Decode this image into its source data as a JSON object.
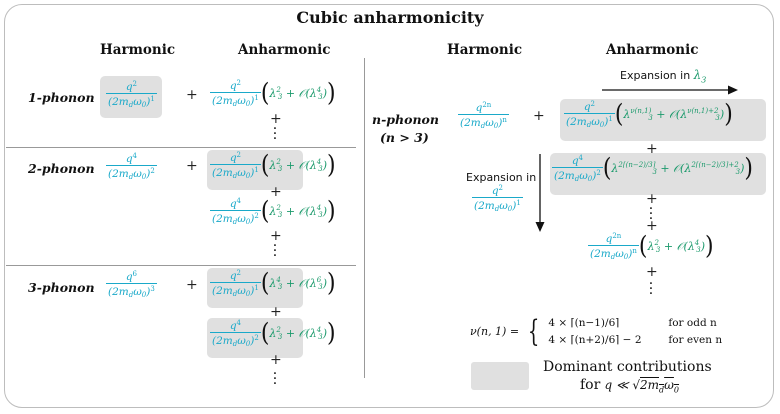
{
  "title": "Cubic anharmonicity",
  "headers": {
    "left_harmonic": "Harmonic",
    "left_anharmonic": "Anharmonic",
    "right_harmonic": "Harmonic",
    "right_anharmonic": "Anharmonic"
  },
  "rows": [
    {
      "label": "1-phonon"
    },
    {
      "label": "2-phonon"
    },
    {
      "label": "3-phonon"
    }
  ],
  "n_phonon": {
    "label": "n-phonon",
    "condition": "(n > 3)"
  },
  "plus": "+",
  "annotations": {
    "expansion_lambda_text": "Expansion in",
    "expansion_lambda_symbol": "λ",
    "expansion_lambda_sub": "3",
    "expansion_q_text": "Expansion in"
  },
  "legend": {
    "text_line1": "Dominant contributions",
    "text_line2": "for"
  },
  "nu_cases": {
    "odd_condition": "for odd n",
    "even_condition": "for even n"
  },
  "colors": {
    "harmonic": "#1aa9c9",
    "anharmonic": "#1c9a6c",
    "highlight": "#e0e0e0"
  }
}
